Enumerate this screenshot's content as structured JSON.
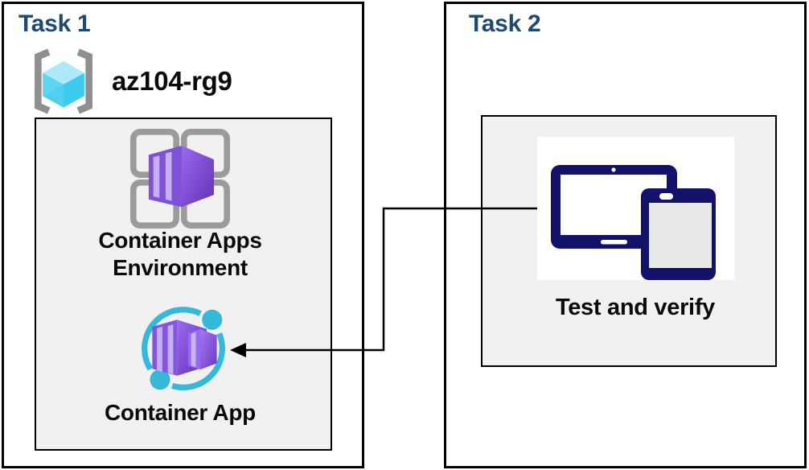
{
  "task1": {
    "title": "Task 1",
    "resource_group": {
      "icon": "resource-group-icon",
      "name": "az104-rg9"
    },
    "environment": {
      "icon": "container-apps-environment-icon",
      "label": "Container Apps Environment"
    },
    "app": {
      "icon": "container-app-icon",
      "label": "Container App"
    }
  },
  "task2": {
    "title": "Task 2",
    "verify": {
      "icon": "tablet-phone-icon",
      "label": "Test and verify"
    }
  },
  "connector": {
    "type": "elbow-arrow",
    "from": "test-and-verify-tile",
    "to": "container-app-icon"
  },
  "colors": {
    "title_blue": "#1D4973",
    "text_black": "#0A0A0A",
    "panel_gray": "#F1F1F1",
    "border_black": "#000000",
    "device_navy": "#12126B",
    "accent_cyan": "#35B8D9",
    "container_purple": "#7E51D6",
    "container_purple_light": "#C6B0F4",
    "container_purple_dark": "#6231B6",
    "grid_gray": "#9B9B9B",
    "cube_cyan_top": "#ADE9F8",
    "cube_cyan_left": "#5ED6F2",
    "cube_cyan_right": "#3FCBED",
    "bracket_gray": "#8F8F8F"
  }
}
